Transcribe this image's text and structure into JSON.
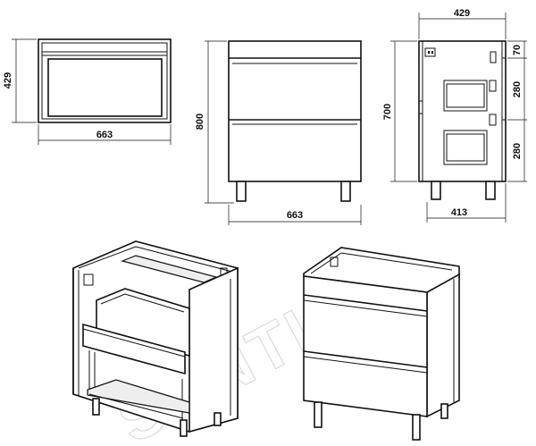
{
  "watermark": "SANTI.by",
  "top_view": {
    "width_label": "663",
    "depth_label": "429"
  },
  "front_view": {
    "height_label": "800",
    "width_label": "663"
  },
  "side_view": {
    "depth_label": "429",
    "height_label": "700",
    "base_depth_label": "413",
    "top_gap_label": "70",
    "drawer1_label": "280",
    "drawer2_label": "280"
  },
  "colors": {
    "line": "#111111",
    "watermark": "#d9d9d9",
    "background": "#ffffff"
  }
}
